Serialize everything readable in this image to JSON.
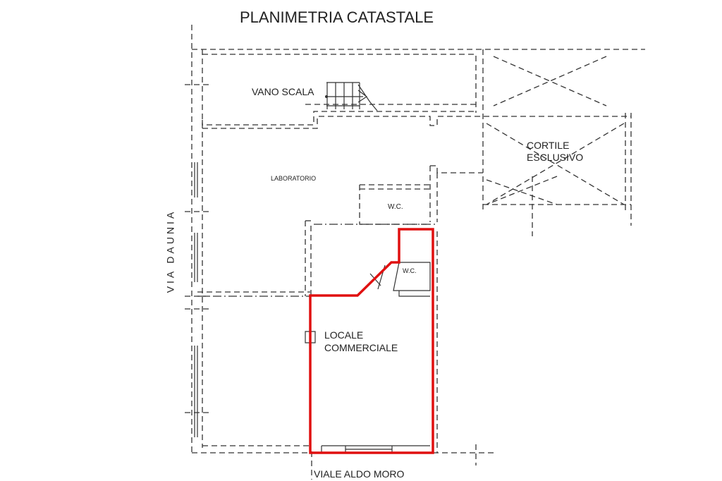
{
  "title": "PLANIMETRIA CATASTALE",
  "rooms": {
    "vano_scala": "VANO SCALA",
    "laboratorio": "LABORATORIO",
    "wc_upper": "W.C.",
    "wc_lower": "W.C.",
    "cortile_line1": "CORTILE",
    "cortile_line2": "ESCLUSIVO",
    "locale_line1": "LOCALE",
    "locale_line2": "COMMERCIALE"
  },
  "streets": {
    "west": "VIA DAUNIA",
    "south": "VIALE ALDO MORO"
  },
  "colors": {
    "highlight": "#e01010",
    "lines": "#333333"
  }
}
